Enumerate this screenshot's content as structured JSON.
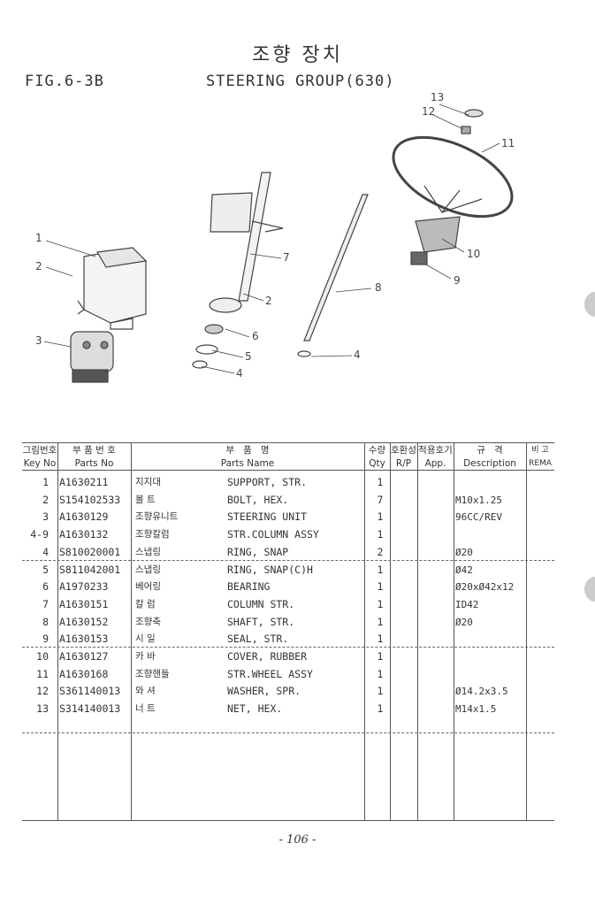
{
  "header": {
    "title_ko": "조향 장치",
    "fig": "FIG.6-3B",
    "group": "STEERING GROUP(630)"
  },
  "diagram": {
    "callouts": [
      "1",
      "2",
      "3",
      "7",
      "2",
      "6",
      "5",
      "4",
      "8",
      "4",
      "13",
      "12",
      "11",
      "10",
      "9"
    ]
  },
  "table": {
    "headers": {
      "key_ko": "그림번호",
      "key_en": "Key No",
      "pno_ko": "부 품 번 호",
      "pno_en": "Parts No",
      "name_ko": "부   품   명",
      "name_en": "Parts Name",
      "qty_ko": "수량",
      "qty_en": "Qty",
      "rp_ko": "호환성",
      "rp_en": "R/P",
      "app_ko": "적용호기",
      "app_en": "App.",
      "desc_ko": "규   격",
      "desc_en": "Description",
      "rem_ko": "비 고",
      "rem_en": "REMA"
    },
    "rows": [
      {
        "key": "1",
        "pno": "A1630211",
        "ko": "지지대",
        "name": "SUPPORT, STR.",
        "qty": "1",
        "desc": ""
      },
      {
        "key": "2",
        "pno": "S154102533",
        "ko": "볼 트",
        "name": "BOLT, HEX.",
        "qty": "7",
        "desc": "M10x1.25"
      },
      {
        "key": "3",
        "pno": "A1630129",
        "ko": "조향유니트",
        "name": "STEERING UNIT",
        "qty": "1",
        "desc": "96CC/REV"
      },
      {
        "key": "4-9",
        "pno": "A1630132",
        "ko": "조향칼럼",
        "name": "STR.COLUMN ASSY",
        "qty": "1",
        "desc": ""
      },
      {
        "key": "4",
        "pno": "S810020001",
        "ko": "스냅링",
        "name": "RING, SNAP",
        "qty": "2",
        "desc": "Ø20"
      },
      {
        "key": "5",
        "pno": "S811042001",
        "ko": "스냅링",
        "name": "RING, SNAP(C)H",
        "qty": "1",
        "desc": "Ø42"
      },
      {
        "key": "6",
        "pno": "A1970233",
        "ko": "베어링",
        "name": "BEARING",
        "qty": "1",
        "desc": "Ø20xØ42x12"
      },
      {
        "key": "7",
        "pno": "A1630151",
        "ko": "칼 럼",
        "name": "COLUMN STR.",
        "qty": "1",
        "desc": "ID42"
      },
      {
        "key": "8",
        "pno": "A1630152",
        "ko": "조향축",
        "name": "SHAFT, STR.",
        "qty": "1",
        "desc": "Ø20"
      },
      {
        "key": "9",
        "pno": "A1630153",
        "ko": "시 일",
        "name": "SEAL, STR.",
        "qty": "1",
        "desc": ""
      },
      {
        "key": "10",
        "pno": "A1630127",
        "ko": "카 바",
        "name": "COVER, RUBBER",
        "qty": "1",
        "desc": ""
      },
      {
        "key": "11",
        "pno": "A1630168",
        "ko": "조향핸들",
        "name": "STR.WHEEL ASSY",
        "qty": "1",
        "desc": ""
      },
      {
        "key": "12",
        "pno": "S361140013",
        "ko": "와 셔",
        "name": "WASHER, SPR.",
        "qty": "1",
        "desc": "Ø14.2x3.5"
      },
      {
        "key": "13",
        "pno": "S314140013",
        "ko": "너 트",
        "name": "NET, HEX.",
        "qty": "1",
        "desc": "M14x1.5"
      }
    ]
  },
  "footer": {
    "page": "- 106 -"
  }
}
